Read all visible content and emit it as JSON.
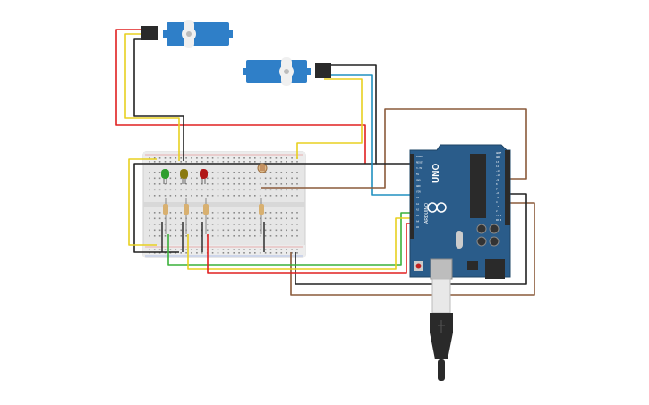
{
  "arduino": {
    "brand": "ARDUINO",
    "model": "UNO",
    "power_pins": [
      "IOREF",
      "RESET",
      "3.3V",
      "5V",
      "GND",
      "GND",
      "VIN"
    ],
    "analog_pins": [
      "A0",
      "A1",
      "A2",
      "A3",
      "A4",
      "A5"
    ],
    "digital_pins": [
      "AREF",
      "GND",
      "13",
      "12",
      "~11",
      "~10",
      "~9",
      "8",
      "7",
      "~6",
      "~5",
      "4",
      "~3",
      "2",
      "TX 1",
      "RX 0"
    ]
  },
  "colors": {
    "wire_red": "#e02020",
    "wire_black": "#222222",
    "wire_yellow": "#e8d020",
    "wire_green": "#3ab03a",
    "wire_brown": "#8a5a3a",
    "wire_cyan": "#2090c0",
    "board_blue": "#2a5c8a",
    "servo_blue": "#2f7fc8",
    "breadboard": "#e6e6e6",
    "led_green": "#2e9e2e",
    "led_yellow": "#8a7a10",
    "led_red": "#b01818"
  },
  "components": {
    "leds": [
      "green-led",
      "yellow-led",
      "red-led"
    ],
    "sensor": "photoresistor",
    "servos": [
      "servo-1",
      "servo-2"
    ],
    "resistors": 4,
    "connector": "usb-cable"
  }
}
